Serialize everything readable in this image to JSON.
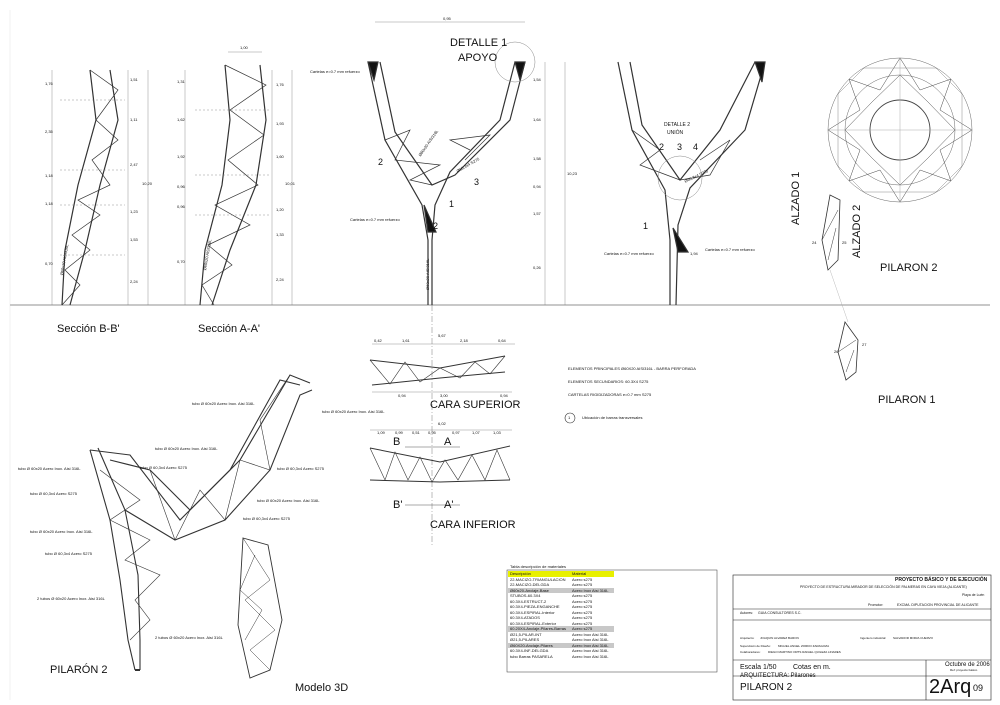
{
  "views": {
    "sec_bb": "Sección B-B'",
    "sec_aa": "Sección A-A'",
    "detalle1": "DETALLE 1",
    "apoyo": "APOYO",
    "detalle2": "DETALLE 2",
    "union": "UNIÓN",
    "alzado1": "ALZADO 1",
    "alzado2": "ALZADO 2",
    "pilaron2_right": "PILARON 2",
    "pilaron1": "PILARON 1",
    "cara_superior": "CARA SUPERIOR",
    "cara_inferior": "CARA INFERIOR",
    "pilaron2_3d": "PILARÓN 2",
    "modelo3d": "Modelo 3D"
  },
  "dims": {
    "top_width": "0,95",
    "sec_aa_width": "1,00",
    "sec_bb_left": [
      "1,76",
      "2,35",
      "1,18",
      "1,18",
      "0,70"
    ],
    "sec_bb_right": [
      "1,51",
      "1,11",
      "2,47",
      "1,23",
      "1,53",
      "2,24"
    ],
    "sec_bb_total": "10,20",
    "sec_aa_left": [
      "1,31",
      "1,62",
      "1,92",
      "0,96",
      "0,96",
      "0,70"
    ],
    "sec_aa_right": [
      "1,76",
      "1,93",
      "1,60",
      "1,20",
      "1,33",
      "2,24"
    ],
    "sec_aa_total": "10,01",
    "front_right": [
      "1,54",
      "1,64",
      "1,58",
      "0,94",
      "1,57",
      "0,26"
    ],
    "front_total": "10,23",
    "bracket_dim": "1,94",
    "sup_top": [
      "0,42",
      "1,61",
      "5,67",
      "2,18",
      "0,64"
    ],
    "sup_bottom": [
      "0,94",
      "3,00",
      "0,94"
    ],
    "inf_total": "6,02",
    "inf_parts": [
      "1,09",
      "0,99",
      "0,51",
      "0,95",
      "0,97",
      "1,07",
      "1,03"
    ],
    "alz_nums": [
      "24",
      "25",
      "26",
      "27"
    ]
  },
  "notes": {
    "cartelas": "Cartelas e=0.7 mm refuerzo",
    "tube_316": "Ø60x20 AISI316L",
    "tube_275": "Ø60,3x4 S275",
    "pipe_316": "Ø60x20 AISI316L",
    "main_elems": "ELEMENTOS PRINCIPALES Ø60X20 AISI316L - BARRA PERFORADA",
    "sec_elems": "ELEMENTOS SECUNDARIOS: 60.3X4 S275",
    "cartelas_rig": "CARTELAS RIGIDIZADORAS e=0.7 mm S275",
    "ubicacion": "Ubicación de barras transversales",
    "circle_no": "1",
    "callouts": [
      "1",
      "2",
      "3",
      "4"
    ]
  },
  "tube_labels": {
    "l1": "tubo Ø 60x20 Acero Inox. Aisi 316L",
    "l2": "tubo Ø 60x20 Acero Inox. Aisi 316L",
    "l3": "tubo Ø 60x20 Acero Inox. Aisi 316L",
    "l4": "tubo Ø 60,3x4 Acero S275",
    "l5": "tubo Ø 60x20 Acero Inox. Aisi 316L",
    "l6": "tubo Ø 60,3x4 Acero S275",
    "l7": "tubo Ø 60,3x4 Acero S275",
    "l8": "tubo Ø 60x20 Acero Inox. Aisi 316L",
    "l9": "tubo Ø 60x20 Acero Inox. Aisi 316L",
    "l10": "tubo Ø 60,3x4 Acero S275",
    "l11": "tubo Ø 60x20 Acero Inox. Aisi 316L",
    "l12": "tubo Ø 60,3x4 Acero S275",
    "l13": "2 tubos Ø 60x20 Acero Inox. Aisi 316L",
    "l14": "2 tubos Ø 60x20 Acero Inox. Aisi 316L"
  },
  "materials": {
    "title": "Tabla descripción de materiales",
    "headers": [
      "Descripción",
      "Material"
    ],
    "rows": [
      [
        "22-MACIZO-TRIANGULACION",
        "Acero s275"
      ],
      [
        "22-MACIZO-DELGDA",
        "Acero s275"
      ],
      [
        "Ø60x20-Anclaje-Base",
        "Acero Inox Aisi 316L"
      ],
      [
        "STUBOS-60.3X4",
        "Acero s275"
      ],
      [
        "60.3X4-ESTRUCT-2",
        "Acero s275"
      ],
      [
        "60.3X4-PIEZA-ENGANCHE",
        "Acero s275"
      ],
      [
        "60.3X4-ESPIRAL-Interior",
        "Acero s275"
      ],
      [
        "60.3X4-ATADOS",
        "Acero s275"
      ],
      [
        "60.3X4-ESPIRAL-Exterior",
        "Acero s275"
      ],
      [
        "60.20X4-Anclaje-Pilares-Barras",
        "Acero s275"
      ],
      [
        "Ø21,5-PILAR-INT",
        "Acero Inox Aisi 316L"
      ],
      [
        "Ø21,5-PILARES",
        "Acero Inox Aisi 316L"
      ],
      [
        "Ø60X20-Anclaje-Pilares",
        "Acero Inox Aisi 316L"
      ],
      [
        "60.3X4-INF-DELGDA",
        "Acero Inox Aisi 316L"
      ],
      [
        "tubo Barras PASARELA",
        "Acero Inox Aisi 316L"
      ]
    ],
    "highlight_color": "#e8f000",
    "shade_color": "#c8c8c8"
  },
  "titleblock": {
    "project_type": "PROYECTO BÁSICO Y DE EJECUCIÓN",
    "project_name": "PROYECTO DE ESTRUCTURA MIRADOR DE SELECCIÓN DE PALMERAS EN CAYA VIEJA (ALICANTE)",
    "location": "Playa de Luén",
    "promoter_label": "Promotor:",
    "promoter": "EXCMA. DIPUTACION PROVINCIAL DE ALICANTE",
    "authors_label": "Autores:",
    "authors": "GUIA CONSULTORES S.C.",
    "architect_label": "Arquitecto:",
    "architect": "JOAQUIN ALVAREZ BARON",
    "engineer_label": "Ingeniero industrial:",
    "engineer": "SALVADOR MOIRA CUERVO",
    "design_label": "Supervisión de Diseño:",
    "design": "MIGUEL ANGEL ZORDO ZARAGOZA",
    "collab_label": "Colaboradores:",
    "collab": "DIEGO MARTINO ORTS  RAFAEL QUILEZA LINARES",
    "scale": "Escala 1/50",
    "units": "Cotas en m.",
    "date": "Octubre de 2006",
    "date_sub": "Ref: proyecto básico",
    "discipline": "ARQUITECTURA: Pilarones",
    "sheet_name": "PILARON 2",
    "sheet_code": "2Arq",
    "sheet_no": "09"
  }
}
